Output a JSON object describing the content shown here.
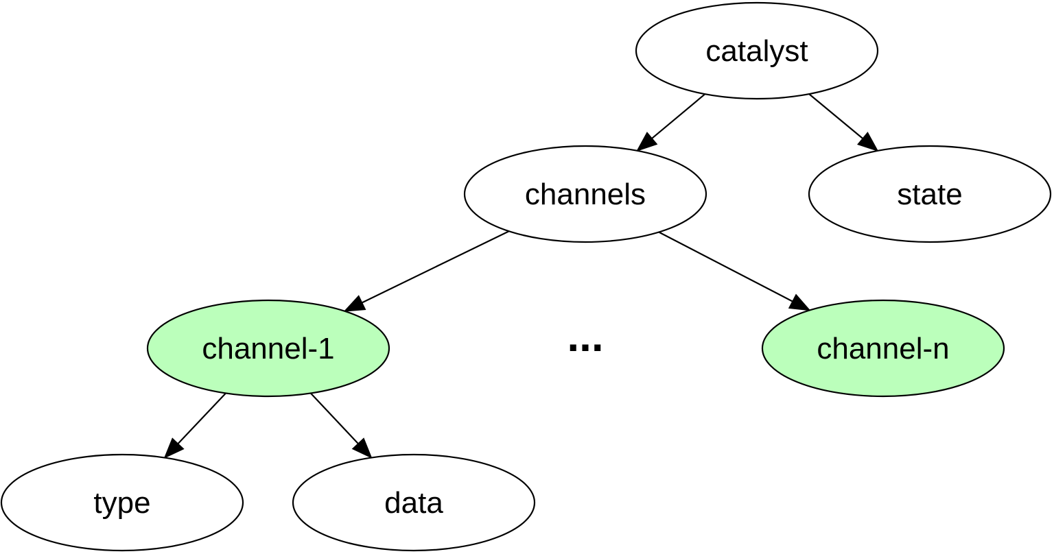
{
  "diagram": {
    "type": "tree",
    "nodes": [
      {
        "id": "catalyst",
        "label": "catalyst",
        "fill": "#ffffff"
      },
      {
        "id": "channels",
        "label": "channels",
        "fill": "#ffffff"
      },
      {
        "id": "state",
        "label": "state",
        "fill": "#ffffff"
      },
      {
        "id": "channel-1",
        "label": "channel-1",
        "fill": "#bbffbb"
      },
      {
        "id": "channel-n",
        "label": "channel-n",
        "fill": "#bbffbb"
      },
      {
        "id": "type",
        "label": "type",
        "fill": "#ffffff"
      },
      {
        "id": "data",
        "label": "data",
        "fill": "#ffffff"
      }
    ],
    "edges": [
      {
        "from": "catalyst",
        "to": "channels"
      },
      {
        "from": "catalyst",
        "to": "state"
      },
      {
        "from": "channels",
        "to": "channel-1"
      },
      {
        "from": "channels",
        "to": "channel-n"
      },
      {
        "from": "channel-1",
        "to": "type"
      },
      {
        "from": "channel-1",
        "to": "data"
      }
    ],
    "ellipsis": "..."
  },
  "colors": {
    "highlight": "#bbffbb",
    "default_fill": "#ffffff",
    "stroke": "#000000"
  }
}
